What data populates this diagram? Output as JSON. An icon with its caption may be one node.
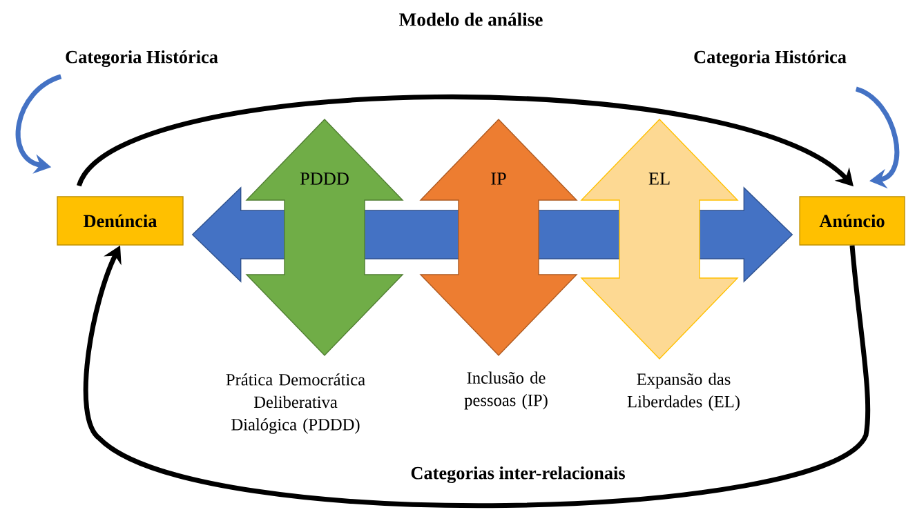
{
  "diagram": {
    "title": "Modelo de análise",
    "nodes": [
      {
        "text": [
          "Categoria Histórica"
        ]
      },
      {
        "text": [
          "Categoria Histórica"
        ]
      },
      {
        "text": [
          "Denúncia"
        ]
      },
      {
        "text": [
          "PDDD"
        ],
        "beside": [
          "Prática Democrática Deliberativa Dialógica (PDDD)"
        ]
      },
      {
        "text": [
          "IP"
        ],
        "beside": [
          "Inclusão de pessoas (IP)"
        ]
      },
      {
        "text": [
          "EL"
        ],
        "beside": [
          "Expansão das Liberdades (EL)"
        ]
      },
      {
        "text": [
          "Anúncio"
        ]
      }
    ],
    "edges": [
      {
        "from": 0,
        "to": 2,
        "arrow": "to",
        "color": "#4472c4"
      },
      {
        "from": 1,
        "to": 6,
        "arrow": "to",
        "color": "#4472c4"
      },
      {
        "from": 2,
        "to": 6,
        "arrow": "to",
        "color": "#000000"
      },
      {
        "from": 2,
        "to": 6,
        "arrow": "both",
        "style": "thick",
        "color": "#4472c4"
      },
      {
        "from": 6,
        "to": 2,
        "arrow": "to",
        "color": "#000000",
        "label": "Categorias inter-relacionais"
      }
    ]
  }
}
